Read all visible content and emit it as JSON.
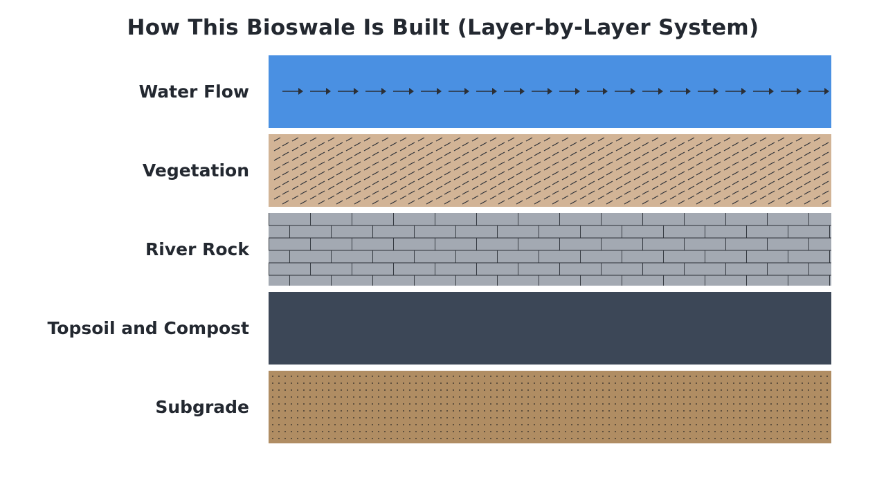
{
  "title": "How This Bioswale Is Built (Layer-by-Layer System)",
  "layers": [
    {
      "label": "Water Flow",
      "pattern": "arrows",
      "color": "#4a90e2",
      "mark_color": "#2b2f36"
    },
    {
      "label": "Vegetation",
      "pattern": "hatch",
      "color": "#d2b496",
      "mark_color": "#2b2f36"
    },
    {
      "label": "River Rock",
      "pattern": "bricks",
      "color": "#a3a9b2",
      "mark_color": "#2b2f36"
    },
    {
      "label": "Topsoil and Compost",
      "pattern": "solid",
      "color": "#3c4757",
      "mark_color": "#2b2f36"
    },
    {
      "label": "Subgrade",
      "pattern": "dots",
      "color": "#b08d63",
      "mark_color": "#232323"
    }
  ]
}
